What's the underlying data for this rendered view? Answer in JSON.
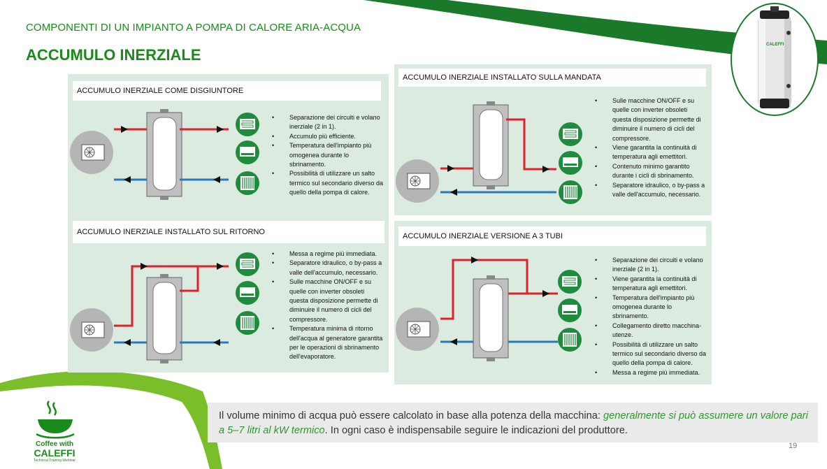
{
  "header": {
    "subtitle": "COMPONENTI DI UN IMPIANTO A POMPA DI CALORE ARIA-ACQUA",
    "title": "ACCUMULO INERZIALE"
  },
  "panels": [
    {
      "heading": "ACCUMULO INERZIALE COME DISGIUNTORE",
      "bullets": [
        "Separazione dei circuiti e volano inerziale (2 in 1).",
        "Accumulo più efficiente.",
        "Temperatura dell'impianto più omogenea durante lo sbrinamento.",
        "Possibilità di utilizzare un salto termico sul secondario diverso da quello della pompa di calore."
      ]
    },
    {
      "heading": "ACCUMULO INERZIALE INSTALLATO SUL RITORNO",
      "bullets": [
        "Messa a regime più immediata.",
        "Separatore idraulico, o by-pass a valle dell'accumulo, necessario.",
        "Sulle macchine ON/OFF e su quelle con inverter obsoleti questa disposizione permette di diminuire il numero di cicli del compressore.",
        "Temperatura minima di ritorno dell'acqua al generatore garantita per le operazioni di sbrinamento dell'evaporatore."
      ]
    },
    {
      "heading": "ACCUMULO INERZIALE INSTALLATO SULLA MANDATA",
      "bullets": [
        "Sulle macchine ON/OFF e su quelle con inverter obsoleti questa disposizione permette di diminuire il numero di cicli del compressore.",
        "Viene garantita la continuità di temperatura agli emettitori.",
        "Contenuto minimo garantito durante i cicli di sbrinamento.",
        "Separatore idraulico, o by-pass a valle dell'accumulo, necessario."
      ]
    },
    {
      "heading": "ACCUMULO INERZIALE VERSIONE A 3 TUBI",
      "bullets": [
        "Separazione dei circuiti e volano inerziale (2 in 1).",
        "Viene garantita la continuità di temperatura agli emettitori.",
        "Temperatura dell'impianto più omogenea durante lo sbrinamento.",
        "Collegamento diretto macchina-utenze.",
        "Possibilità di utilizzare un salto termico sul secondario diverso da quello della pompa di calore.",
        "Messa a regime più immediata."
      ]
    }
  ],
  "note": {
    "before": "Il volume minimo di acqua può essere calcolato in base alla potenza della macchina: ",
    "highlight": "generalmente si può assumere un valore pari a 5–7 litri al kW termico",
    "after": ". In ogni caso è indispensabile seguire le indicazioni del produttore."
  },
  "page_number": "19",
  "logo": {
    "line1": "Coffee with",
    "line2": "CALEFFI",
    "line3": "Technical Training Webinar"
  },
  "product": {
    "brand": "CALEFFI"
  },
  "colors": {
    "brand_green": "#1a8a1a",
    "emitter_green": "#1e8c3c",
    "supply_red": "#e0202a",
    "return_blue": "#2a78c0",
    "panel_bg": "#dcebe0"
  },
  "icons": [
    "heat-pump-icon",
    "floor-heating-icon",
    "fan-coil-icon",
    "radiator-icon",
    "buffer-tank-icon"
  ]
}
